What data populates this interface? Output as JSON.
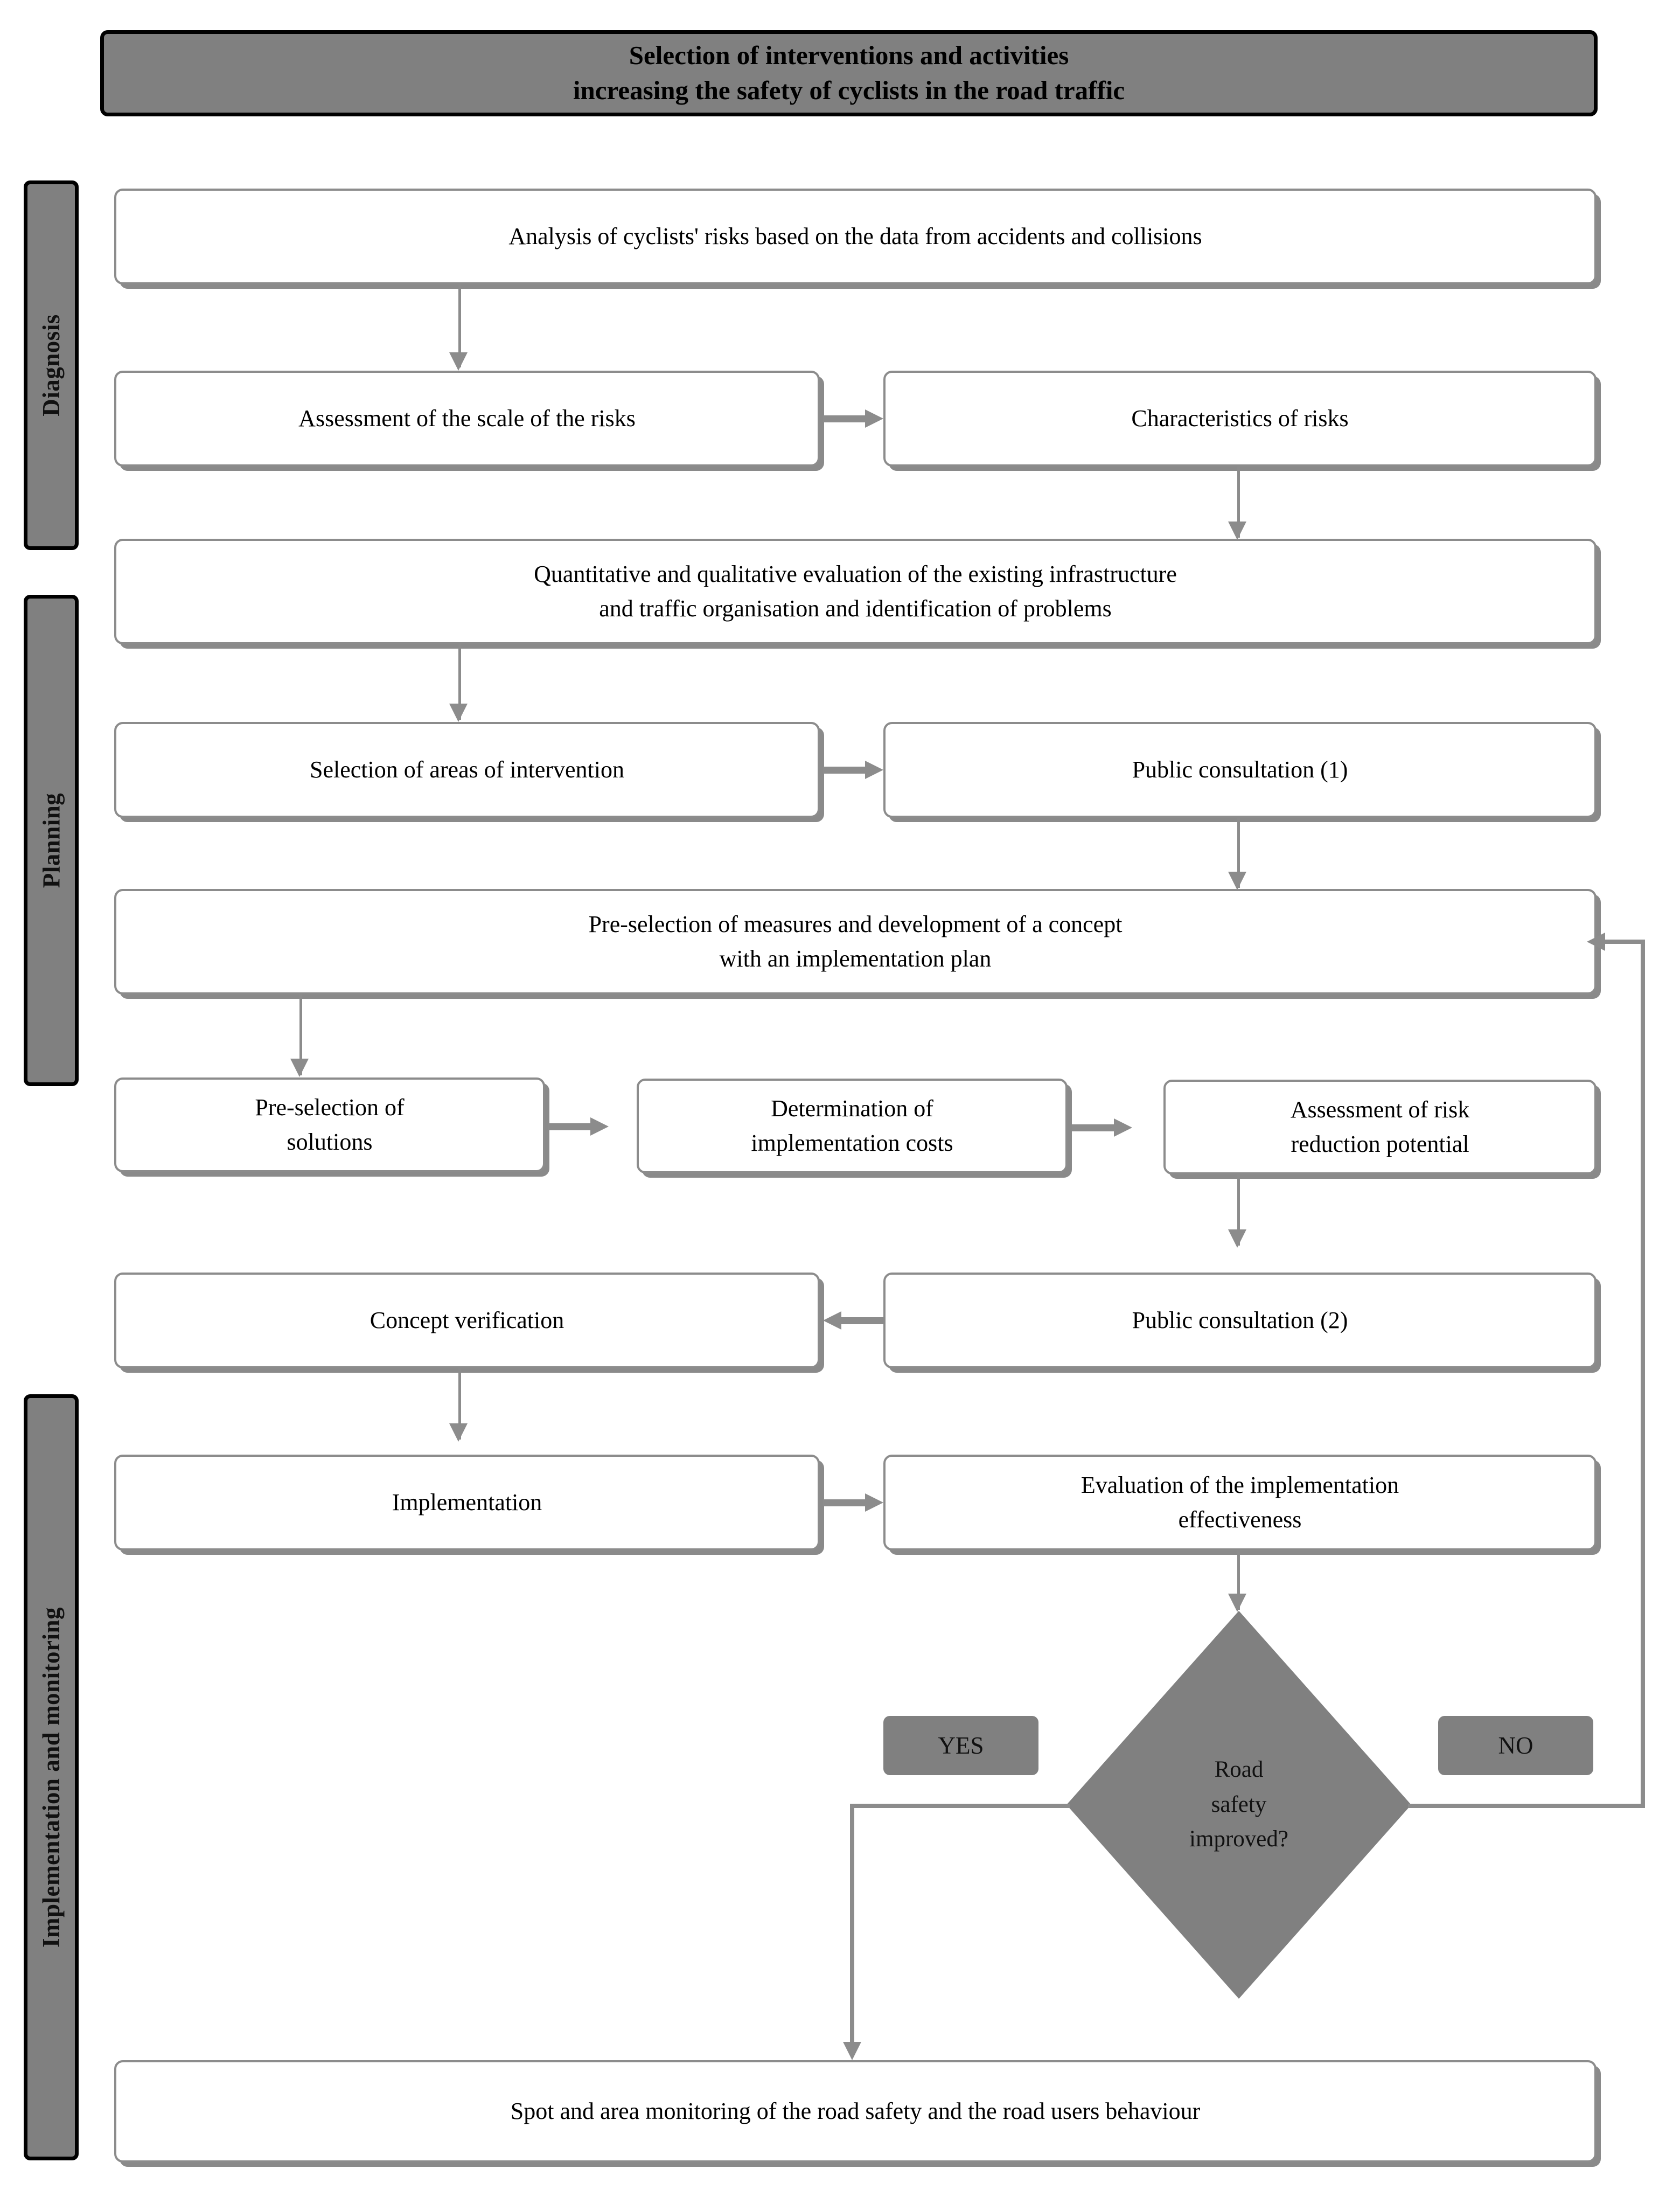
{
  "title": {
    "line1": "Selection of interventions and activities",
    "line2": "increasing the safety of cyclists in the road traffic"
  },
  "phases": [
    {
      "label": "Diagnosis"
    },
    {
      "label": "Planning"
    },
    {
      "label": "Implementation and monitoring"
    }
  ],
  "nodes": {
    "analysis": "Analysis of cyclists' risks based on the data from accidents and collisions",
    "assessment_scale": "Assessment of the scale of the risks",
    "characteristics": "Characteristics of risks",
    "evaluation_infra": "Quantitative and qualitative evaluation of the existing infrastructure and traffic organisation and identification of problems",
    "evaluation_infra_l1": "Quantitative and qualitative evaluation of the existing infrastructure",
    "evaluation_infra_l2": "and traffic organisation and identification of problems",
    "selection_areas": "Selection of areas of intervention",
    "public_consultation_1": "Public consultation (1)",
    "preselection_measures_l1": "Pre-selection of measures and development of a concept",
    "preselection_measures_l2": "with an implementation plan",
    "preselection_solutions_l1": "Pre-selection of",
    "preselection_solutions_l2": "solutions",
    "determination_costs_l1": "Determination of",
    "determination_costs_l2": "implementation costs",
    "assessment_risk_l1": "Assessment  of risk",
    "assessment_risk_l2": "reduction potential",
    "concept_verification": "Concept verification",
    "public_consultation_2": "Public consultation (2)",
    "implementation": "Implementation",
    "evaluation_effectiveness_l1": "Evaluation of the implementation",
    "evaluation_effectiveness_l2": "effectiveness",
    "monitoring": "Spot and area monitoring of the road safety and the road users behaviour"
  },
  "decision": {
    "question": "Road\nsafety\nimproved?",
    "yes_label": "YES",
    "no_label": "NO"
  },
  "colors": {
    "fill_gray": "#808080",
    "line_gray": "#8c8c8c",
    "border_black": "#000000",
    "box_white": "#ffffff",
    "text_black": "#000000"
  }
}
